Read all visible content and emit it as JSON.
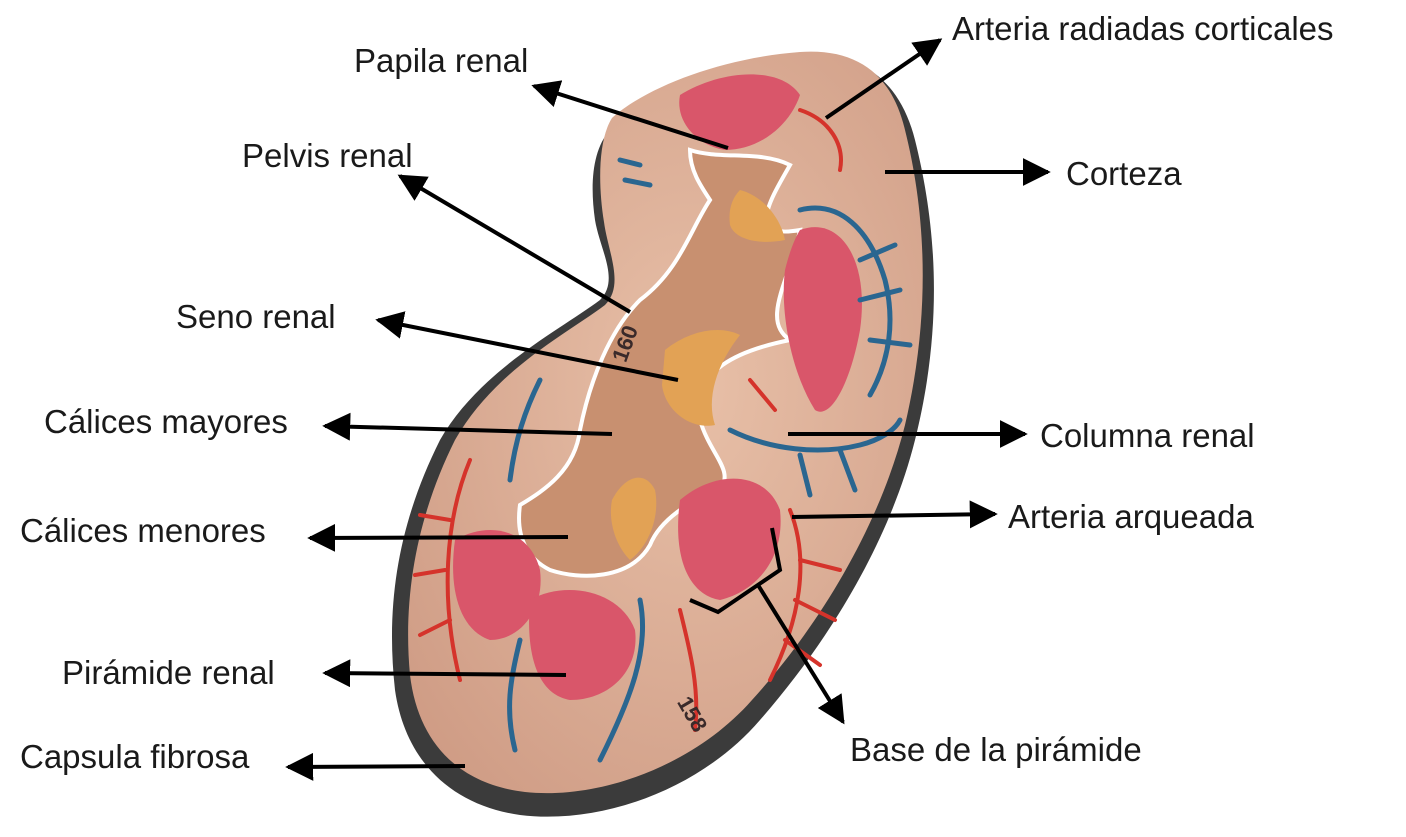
{
  "diagram": {
    "labels": {
      "papila_renal": "Papila renal",
      "arteria_radiadas_corticales": "Arteria radiadas corticales",
      "pelvis_renal": "Pelvis renal",
      "corteza": "Corteza",
      "seno_renal": "Seno renal",
      "calices_mayores": "Cálices mayores",
      "columna_renal": "Columna renal",
      "calices_menores": "Cálices menores",
      "arteria_arqueada": "Arteria arqueada",
      "piramide_renal": "Pirámide renal",
      "base_piramide": "Base de la pirámide",
      "capsula_fibrosa": "Capsula fibrosa"
    },
    "model_numbers": [
      "160",
      "158"
    ]
  },
  "colors": {
    "cortex": "#d9aa92",
    "capsule": "#3a3a3a",
    "pyramid": "#d8566b",
    "sinus": "#c79274",
    "calyx": "#e0a055",
    "artery": "#d5332b",
    "vein": "#2a6690",
    "arrow": "#000000"
  }
}
